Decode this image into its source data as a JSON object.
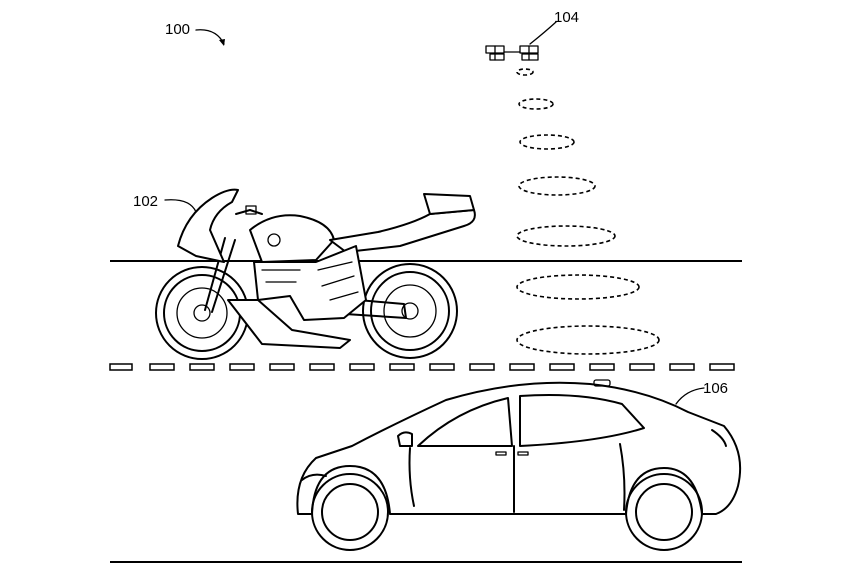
{
  "figure": {
    "ref_system": "100",
    "ref_motorcycle": "102",
    "ref_drone": "104",
    "ref_car": "106"
  }
}
